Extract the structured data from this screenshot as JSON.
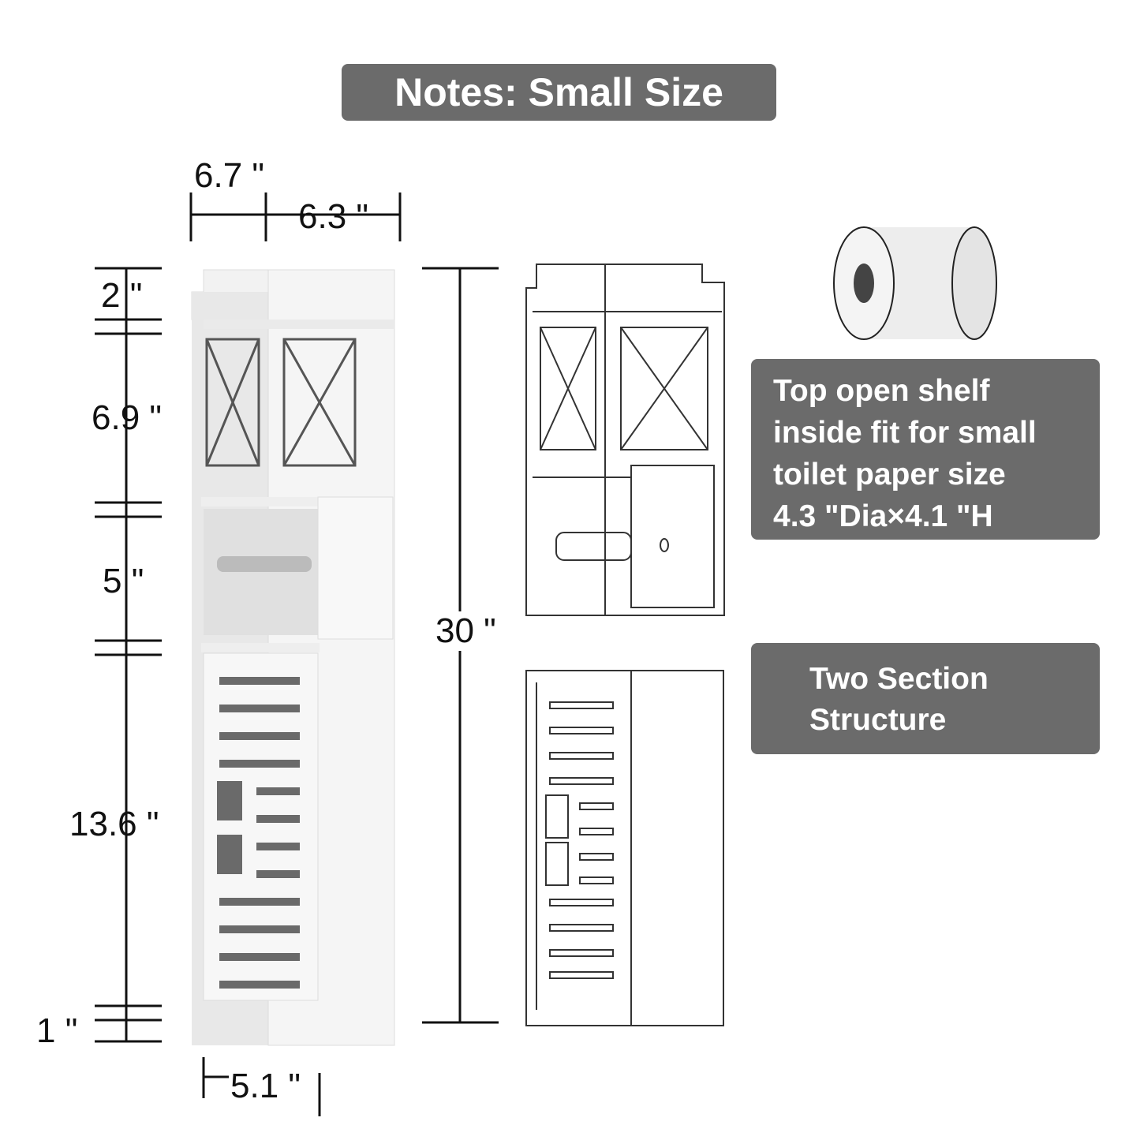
{
  "title": "Notes: Small Size",
  "dimensions": {
    "depth": "6.7 \"",
    "width": "6.3 \"",
    "top_rail": "2 \"",
    "top_shelf": "6.9 \"",
    "paper_shelf": "5 \"",
    "cabinet": "13.6 \"",
    "base": "1 \"",
    "bottom_width": "5.1 \"",
    "total_height": "30 \""
  },
  "notes": {
    "shelf_lines": [
      "Top open shelf",
      "inside fit for small",
      "toilet paper size",
      "4.3 \"Dia×4.1 \"H"
    ],
    "structure_lines": [
      "Two Section",
      "Structure"
    ]
  },
  "colors": {
    "banner": "#6b6b6b",
    "text": "#111111"
  }
}
